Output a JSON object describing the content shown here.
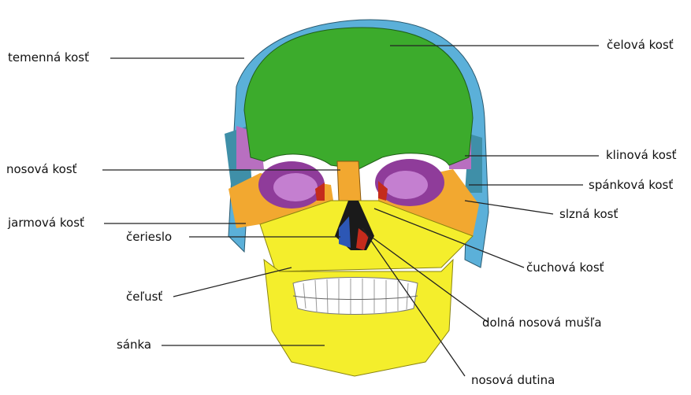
{
  "labels": {
    "temenna": "temenná kosť",
    "celova": "čelová kosť",
    "klinova": "klinová kosť",
    "spankova": "spánková kosť",
    "nosova": "nosová kosť",
    "slzna": "slzná kosť",
    "jarmova": "jarmová kosť",
    "cierieslo": "čerieslo",
    "cuchova": "čuchová kosť",
    "celust": "čeľusť",
    "dolna": "dolná nosová mušľa",
    "sanka": "sánka",
    "dutina": "nosová dutina"
  },
  "colors": {
    "frontal": "#3cab2c",
    "parietal": "#5bb0d9",
    "sphenoid": "#b86fc0",
    "zygomatic": "#f2a830",
    "maxilla": "#f4ee2c",
    "mandible": "#f4ee2c",
    "lacrimal": "#c42b1c",
    "ethmoid": "#2d57b5",
    "orbit": "#8f3c9a",
    "line": "#222222"
  }
}
